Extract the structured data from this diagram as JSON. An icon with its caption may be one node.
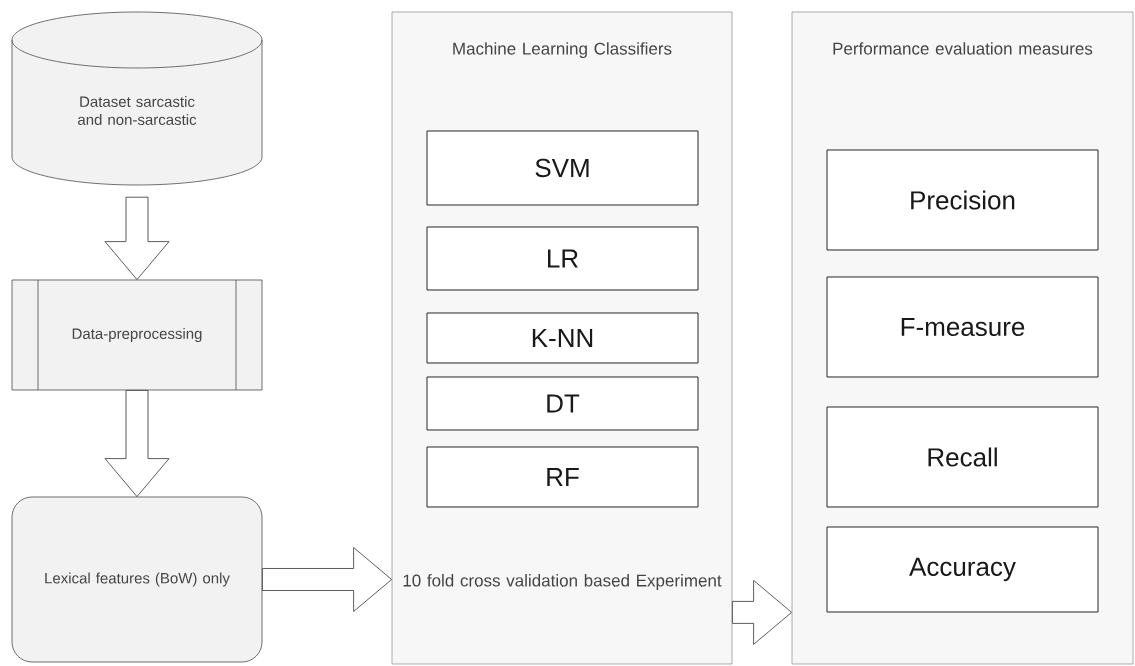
{
  "diagram": {
    "nodes": [
      {
        "text": [
          "Dataset sarcastic and non-sarcastic"
        ]
      },
      {
        "text": [
          "Data-preprocessing"
        ]
      },
      {
        "text": [
          "Lexical features (BoW) only"
        ]
      },
      {
        "text": [
          "Machine Learning Classifiers",
          "10 fold cross validation based Experiment"
        ]
      },
      {
        "text": [
          "SVM"
        ],
        "in": 3
      },
      {
        "text": [
          "LR"
        ],
        "in": 3
      },
      {
        "text": [
          "K-NN"
        ],
        "in": 3
      },
      {
        "text": [
          "DT"
        ],
        "in": 3
      },
      {
        "text": [
          "RF"
        ],
        "in": 3
      },
      {
        "text": [
          "Performance evaluation measures"
        ]
      },
      {
        "text": [
          "Precision"
        ],
        "in": 9
      },
      {
        "text": [
          "F-measure"
        ],
        "in": 9
      },
      {
        "text": [
          "Recall"
        ],
        "in": 9
      },
      {
        "text": [
          "Accuracy"
        ],
        "in": 9
      }
    ],
    "edges": [
      {
        "from": 0,
        "to": 1,
        "arrow": "to"
      },
      {
        "from": 1,
        "to": 2,
        "arrow": "to"
      },
      {
        "from": 2,
        "to": 3,
        "arrow": "to"
      },
      {
        "from": 3,
        "to": 9,
        "arrow": "to"
      }
    ]
  }
}
